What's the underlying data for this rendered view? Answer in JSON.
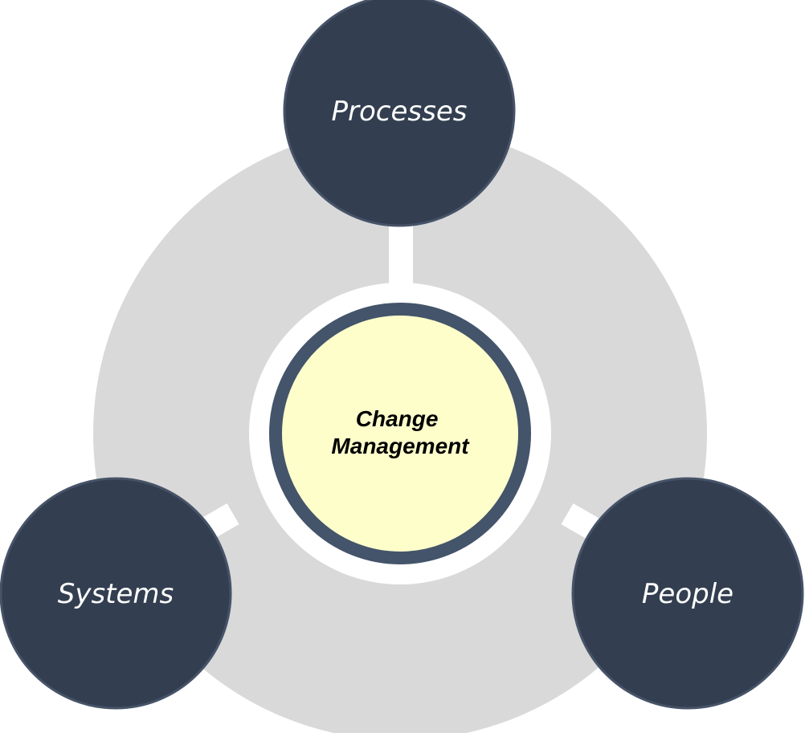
{
  "diagram": {
    "center": {
      "lines": [
        "Change",
        "Management"
      ]
    },
    "nodes": [
      {
        "label": "Processes",
        "position": "top"
      },
      {
        "label": "Systems",
        "position": "bottom-left"
      },
      {
        "label": "People",
        "position": "bottom-right"
      }
    ]
  },
  "colors": {
    "ring": "#d9d9d9",
    "node_fill": "#333f50",
    "node_stroke": "#465368",
    "center_fill": "#fefecb",
    "center_border": "#44546a",
    "connector": "#ffffff"
  }
}
